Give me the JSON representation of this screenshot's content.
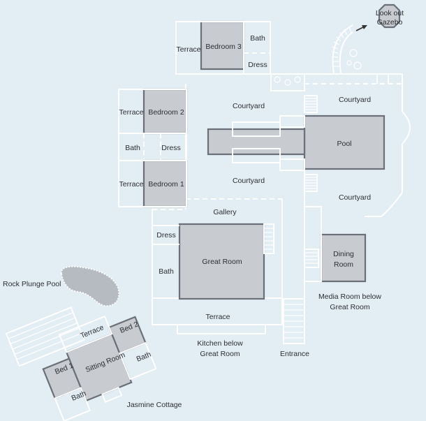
{
  "labels": {
    "lookout": "Look out",
    "gazebo": "Gazebo",
    "terrace_top": "Terrace",
    "bedroom3": "Bedroom 3",
    "bath_b3": "Bath",
    "dress_b3": "Dress",
    "courtyard_ne": "Courtyard",
    "courtyard_n": "Courtyard",
    "terrace_b2": "Terrace",
    "bedroom2": "Bedroom 2",
    "bath_mid": "Bath",
    "dress_mid": "Dress",
    "pool": "Pool",
    "terrace_b1": "Terrace",
    "bedroom1": "Bedroom 1",
    "courtyard_c": "Courtyard",
    "courtyard_e": "Courtyard",
    "gallery": "Gallery",
    "dress_gr": "Dress",
    "dining1": "Dining",
    "dining2": "Room",
    "great_room": "Great Room",
    "bath_gr": "Bath",
    "rock_pool": "Rock Plunge Pool",
    "media1": "Media Room below",
    "media2": "Great Room",
    "terrace_s": "Terrace",
    "kitchen1": "Kitchen below",
    "kitchen2": "Great Room",
    "entrance": "Entrance",
    "terrace_cot": "Terrace",
    "bed2_cot": "Bed 2",
    "bed1_cot": "Bed 1",
    "sitting_room": "Sitting Room",
    "bath_cot1": "Bath",
    "bath_cot2": "Bath",
    "jasmine": "Jasmine Cottage"
  },
  "icons": [
    "north-arrow-icon",
    "plant-icon"
  ]
}
